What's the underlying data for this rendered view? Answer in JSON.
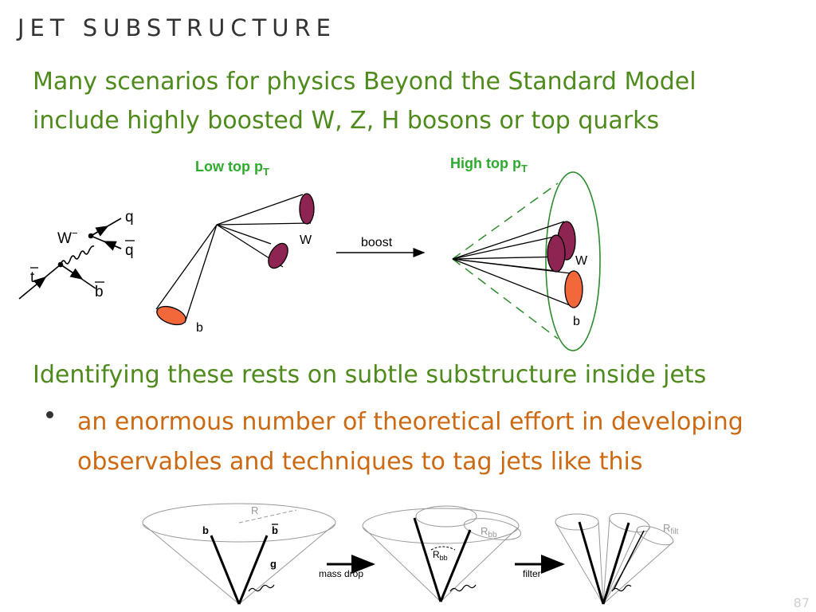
{
  "slide_title": "JET SUBSTRUCTURE",
  "intro_line1": "Many scenarios for physics Beyond the Standard Model",
  "intro_line2": "include highly boosted W, Z, H bosons or top quarks",
  "identify_text": "Identifying these rests on subtle substructure inside jets",
  "bullet_line1": "an enormous number of theoretical effort in developing",
  "bullet_line2": "observables and techniques to tag jets like this",
  "page_number": "87",
  "fig_top": {
    "low_label": "Low top p",
    "high_label": "High top p",
    "sub_T": "T",
    "boost": "boost",
    "w_label": "W",
    "b_label": "b",
    "feyn_q": "q",
    "feyn_qbar": "q",
    "feyn_w": "W",
    "feyn_minus": "−",
    "feyn_tbar": "t",
    "feyn_bbar": "b"
  },
  "fig_bottom": {
    "R": "R",
    "b": "b",
    "bbar": "b",
    "g": "g",
    "mass_drop": "mass drop",
    "filter": "filter",
    "R_bb_main": "R",
    "R_bb_sub": "bb",
    "R_filt_main": "R",
    "R_filt_sub": "filt"
  },
  "colors": {
    "title_gray": "#333333",
    "text_green": "#4e8a1c",
    "text_orange": "#cc6a14",
    "label_green": "#2eaa2e",
    "jet_purple": "#8e2452",
    "jet_orange": "#f2683a",
    "ellipse_green": "#2e8b2e"
  }
}
